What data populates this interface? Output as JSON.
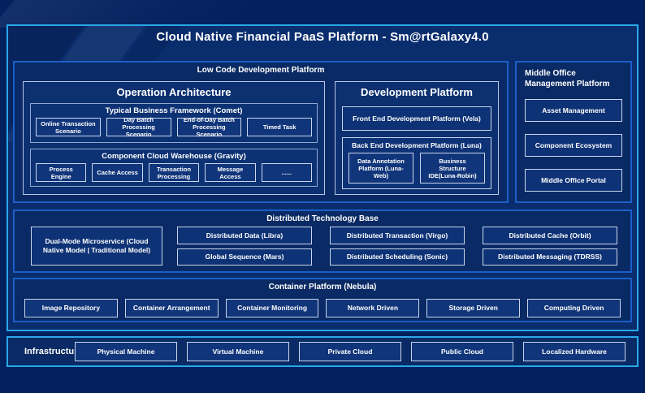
{
  "title": "Cloud Native Financial PaaS Platform - Sm@rtGalaxy4.0",
  "colors": {
    "accent_border": "#29A8E8",
    "section_border": "#1B5FC8",
    "box_border": "#C9D5EC",
    "frame_background": "#0A2D6D",
    "page_background": "#03215F",
    "text": "#FFFFFF"
  },
  "low_code": {
    "label": "Low Code Development Platform",
    "operation": {
      "title": "Operation Architecture",
      "comet": {
        "label": "Typical Business Framework (Comet)",
        "items": [
          "Online Transaction Scenario",
          "Day Batch Processing Scenario",
          "End-of-Day Batch Processing Scenario",
          "Timed Task"
        ]
      },
      "gravity": {
        "label": "Component Cloud Warehouse (Gravity)",
        "items": [
          "Process Engine",
          "Cache Access",
          "Transaction Processing",
          "Message Access",
          "......"
        ]
      }
    },
    "development": {
      "title": "Development Platform",
      "front_end": "Front End Development Platform (Vela)",
      "back_end": {
        "label": "Back End Development Platform (Luna)",
        "items": [
          "Data Annotation Platform (Luna-Web)",
          "Business Structure IDE(Luna-Robin)"
        ]
      }
    }
  },
  "middle_office": {
    "label": "Middle Office Management Platform",
    "items": [
      "Asset Management",
      "Component Ecosystem",
      "Middle Office Portal"
    ]
  },
  "distributed": {
    "label": "Distributed Technology Base",
    "dual_mode": "Dual-Mode Microservice (Cloud Native Model | Traditional Model)",
    "items": [
      "Distributed Data (Libra)",
      "Distributed Transaction (Virgo)",
      "Distributed Cache (Orbit)",
      "Global Sequence (Mars)",
      "Distributed Scheduling (Sonic)",
      "Distributed Messaging (TDRSS)"
    ]
  },
  "container_platform": {
    "label": "Container Platform (Nebula)",
    "items": [
      "Image Repository",
      "Container Arrangement",
      "Container Monitoring",
      "Network Driven",
      "Storage Driven",
      "Computing Driven"
    ]
  },
  "infrastructure": {
    "label": "Infrastructure",
    "items": [
      "Physical Machine",
      "Virtual Machine",
      "Private Cloud",
      "Public Cloud",
      "Localized Hardware"
    ]
  }
}
